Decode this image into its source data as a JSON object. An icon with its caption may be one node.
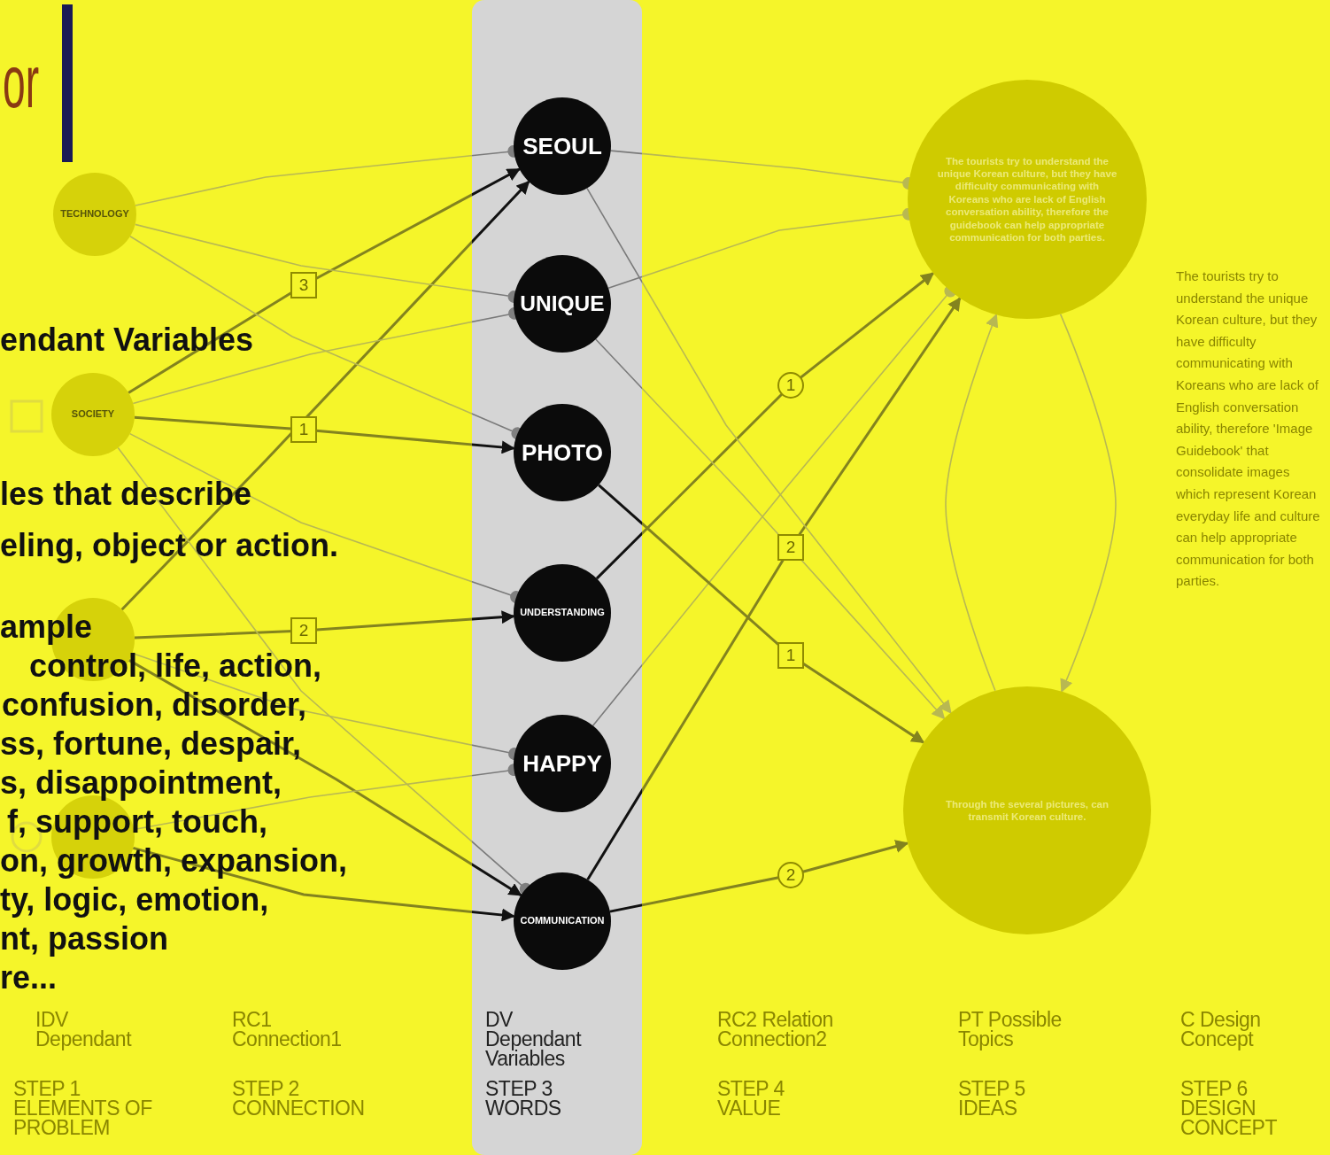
{
  "diagram": {
    "title": "or",
    "nodes": [
      {
        "text": [
          "TECHNOLOGY"
        ]
      },
      {
        "text": [
          "SOCIETY"
        ]
      },
      {
        "text": [],
        "shape": "circle"
      },
      {
        "text": [],
        "shape": "circle"
      },
      {
        "text": [
          "SEOUL"
        ]
      },
      {
        "text": [
          "UNIQUE"
        ]
      },
      {
        "text": [
          "PHOTO"
        ]
      },
      {
        "text": [
          "UNDERSTANDING"
        ]
      },
      {
        "text": [
          "HAPPY"
        ]
      },
      {
        "text": [
          "COMMUNICATION"
        ]
      },
      {
        "text": [
          "The tourists try to understand the unique Korean culture, but they have difficulty communicating with Koreans who are lack of English conversation ability, therefore the guidebook can help appropriate communication for both parties."
        ]
      },
      {
        "text": [
          "Through the several pictures, can transmit Korean culture."
        ]
      }
    ],
    "edges": [
      {
        "from": 1,
        "to": 4,
        "arrow": "to",
        "label": "3",
        "style": "thick",
        "color": "#111111"
      },
      {
        "from": 1,
        "to": 6,
        "arrow": "to",
        "label": "1",
        "style": "thick",
        "color": "#111111"
      },
      {
        "from": 2,
        "to": 7,
        "arrow": "to",
        "label": "2",
        "style": "thick",
        "color": "#111111"
      },
      {
        "from": 2,
        "to": 4,
        "arrow": "to",
        "style": "thick",
        "color": "#111111"
      },
      {
        "from": 3,
        "to": 9,
        "arrow": "to",
        "style": "thick",
        "color": "#111111"
      },
      {
        "from": 2,
        "to": 9,
        "arrow": "to",
        "style": "thick",
        "color": "#111111"
      },
      {
        "from": 0,
        "to": 4,
        "arrow": "other"
      },
      {
        "from": 0,
        "to": 5,
        "arrow": "other"
      },
      {
        "from": 1,
        "to": 5,
        "arrow": "other"
      },
      {
        "from": 0,
        "to": 6,
        "arrow": "other"
      },
      {
        "from": 1,
        "to": 7,
        "arrow": "other"
      },
      {
        "from": 2,
        "to": 8,
        "arrow": "other"
      },
      {
        "from": 3,
        "to": 8,
        "arrow": "other"
      },
      {
        "from": 1,
        "to": 9,
        "arrow": "other"
      },
      {
        "from": 4,
        "to": 10,
        "arrow": "other"
      },
      {
        "from": 5,
        "to": 10,
        "arrow": "other"
      },
      {
        "from": 8,
        "to": 10,
        "arrow": "other"
      },
      {
        "from": 7,
        "to": 10,
        "arrow": "to",
        "label": "1",
        "style": "thick",
        "color": "#111111"
      },
      {
        "from": 9,
        "to": 10,
        "arrow": "to",
        "label": "2",
        "style": "thick",
        "color": "#111111"
      },
      {
        "from": 6,
        "to": 11,
        "arrow": "to",
        "label": "1",
        "style": "thick",
        "color": "#111111"
      },
      {
        "from": 9,
        "to": 11,
        "arrow": "to",
        "label": "2",
        "style": "thick",
        "color": "#111111"
      },
      {
        "from": 4,
        "to": 11,
        "arrow": "to"
      },
      {
        "from": 5,
        "to": 11,
        "arrow": "to"
      },
      {
        "from": 10,
        "to": 11,
        "arrow": "to"
      },
      {
        "from": 11,
        "to": 10,
        "arrow": "to"
      }
    ],
    "labels": [
      "endant Variables",
      "les that describe",
      "eling, object or action.",
      "ample",
      "control, life, action,",
      "confusion, disorder,",
      "ss, fortune, despair,",
      "s, disappointment,",
      "f, support, touch,",
      "on, growth, expansion,",
      "ty, logic, emotion,",
      "nt, passion",
      "re...",
      "IDV Dependant",
      "STEP 1 ELEMENTS OF PROBLEM",
      "RC1 Connection1",
      "STEP 2 CONNECTION",
      "DV Dependant Variables",
      "STEP 3 WORDS",
      "RC2 Relation Connection2",
      "STEP 4 VALUE",
      "PT Possible Topics",
      "STEP 5 IDEAS",
      "C Design Concept",
      "STEP 6 DESIGN CONCEPT",
      "The tourists try to understand the unique Korean culture, but they have difficulty communicating with Koreans who are lack of English conversation ability, therefore 'Image Guidebook' that consolidate images which represent Korean everyday life and culture can help appropriate communication for both parties."
    ]
  }
}
